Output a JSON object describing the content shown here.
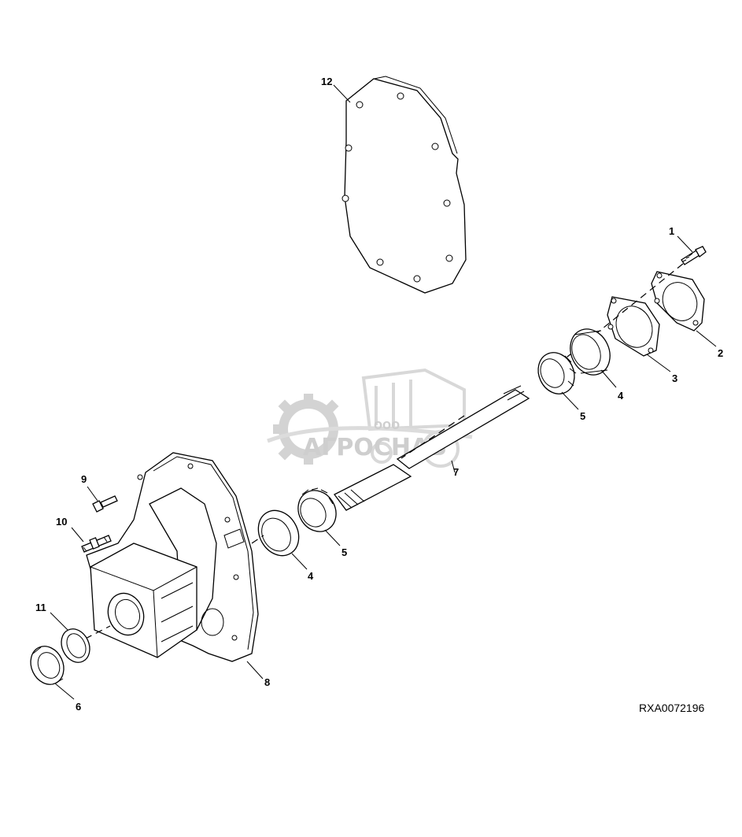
{
  "figure": {
    "reference_code": "RXA0072196",
    "callouts": [
      {
        "id": "1",
        "label": "1"
      },
      {
        "id": "2",
        "label": "2"
      },
      {
        "id": "3",
        "label": "3"
      },
      {
        "id": "4a",
        "label": "4"
      },
      {
        "id": "5a",
        "label": "5"
      },
      {
        "id": "7",
        "label": "7"
      },
      {
        "id": "5b",
        "label": "5"
      },
      {
        "id": "4b",
        "label": "4"
      },
      {
        "id": "9",
        "label": "9"
      },
      {
        "id": "10",
        "label": "10"
      },
      {
        "id": "11",
        "label": "11"
      },
      {
        "id": "6",
        "label": "6"
      },
      {
        "id": "8",
        "label": "8"
      },
      {
        "id": "12",
        "label": "12"
      }
    ]
  },
  "watermark": {
    "company_prefix": "ООО",
    "company_name": "АГРОСНАБ"
  },
  "colors": {
    "line": "#000000",
    "background": "#ffffff",
    "watermark": "#c9c9c9"
  }
}
